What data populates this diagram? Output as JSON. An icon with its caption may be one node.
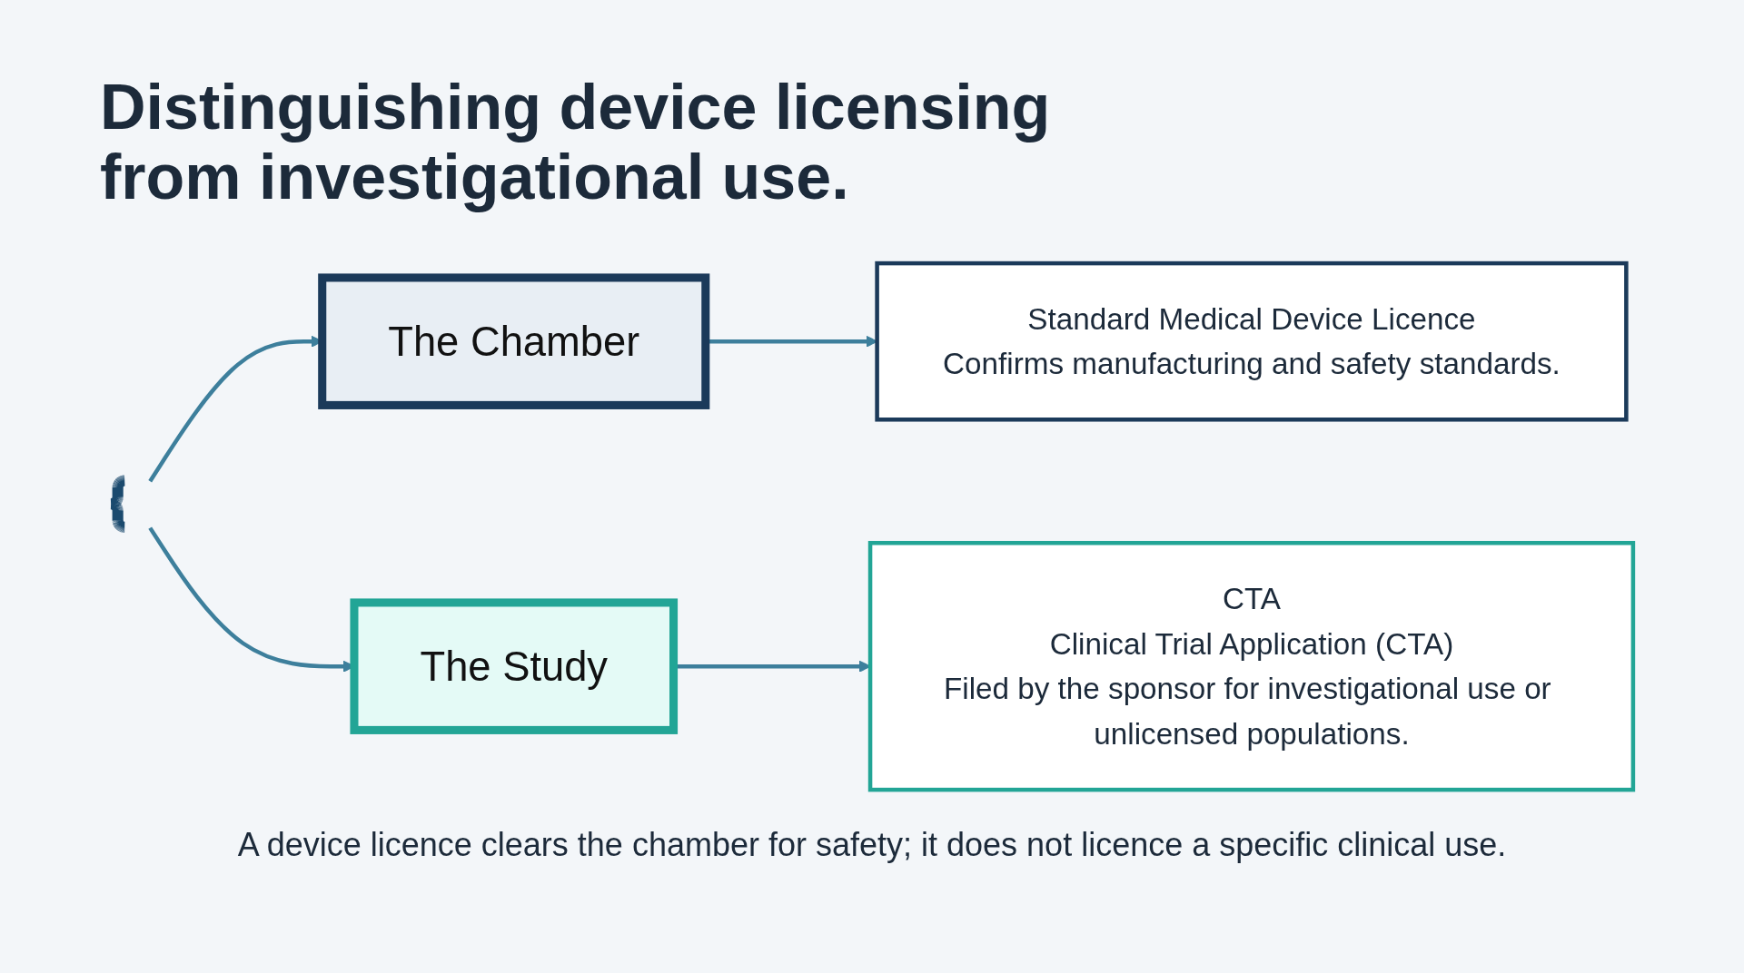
{
  "diagram": {
    "title": "Distinguishing device licensing from investigational use.",
    "caption": "A device licence clears the chamber for safety; it does not licence a specific clinical use.",
    "nodes": [
      {
        "text": [],
        "shape": "bracket"
      },
      {
        "text": [
          "The Chamber"
        ]
      },
      {
        "text": [
          "The Study"
        ]
      },
      {
        "text": [
          "Standard Medical Device Licence",
          "Confirms manufacturing and safety standards."
        ]
      },
      {
        "text": [
          "CTA",
          "Clinical Trial Application (CTA)",
          "Filed by the sponsor for investigational use or unlicensed populations."
        ]
      }
    ],
    "edges": [
      {
        "from": 0,
        "to": 1,
        "arrow": "to"
      },
      {
        "from": 0,
        "to": 2,
        "arrow": "to"
      },
      {
        "from": 1,
        "to": 3,
        "arrow": "to"
      },
      {
        "from": 2,
        "to": 4,
        "arrow": "to"
      }
    ]
  }
}
